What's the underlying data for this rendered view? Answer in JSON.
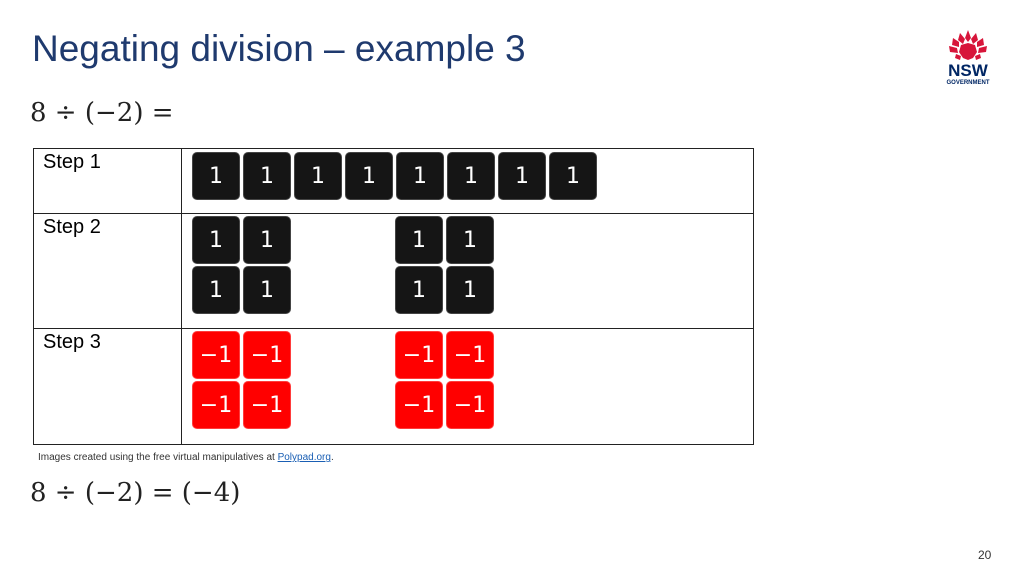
{
  "title": "Negating division – example 3",
  "equation_top": "8 ÷ (−2) =",
  "equation_bottom": "8 ÷ (−2) = (−4)",
  "steps": [
    {
      "label": "Step 1",
      "tiles": [
        "1",
        "1",
        "1",
        "1",
        "1",
        "1",
        "1",
        "1"
      ]
    },
    {
      "label": "Step 2",
      "tiles": [
        "1",
        "1",
        "1",
        "1",
        "1",
        "1",
        "1",
        "1"
      ]
    },
    {
      "label": "Step 3",
      "tiles": [
        "−1",
        "−1",
        "−1",
        "−1",
        "−1",
        "−1",
        "−1",
        "−1"
      ]
    }
  ],
  "credit": {
    "text": "Images created using the free virtual manipulatives at ",
    "link": "Polypad.org",
    "suffix": "."
  },
  "logo": {
    "name": "NSW",
    "sub": "GOVERNMENT"
  },
  "page_number": "20",
  "colors": {
    "title": "#1f3a6e",
    "black_tile": "#151515",
    "red_tile": "#ff0000",
    "logo_red": "#d7153a",
    "logo_blue": "#002664"
  }
}
